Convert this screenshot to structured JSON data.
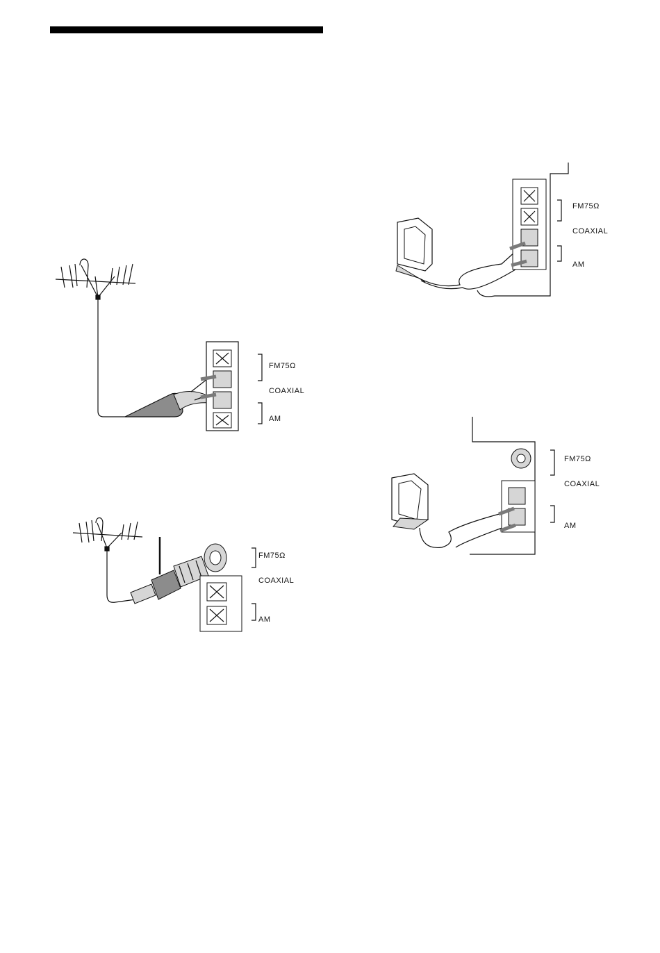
{
  "terminals": {
    "fm_label": "FM75Ω",
    "coaxial_label": "COAXIAL",
    "am_label": "AM"
  },
  "diagrams": [
    {
      "name": "fm-antenna-twin-lead"
    },
    {
      "name": "fm-antenna-coaxial-plug"
    },
    {
      "name": "am-loop-and-fm-wire"
    },
    {
      "name": "am-loop-and-coaxial-jack"
    }
  ],
  "colors": {
    "ink": "#111111",
    "fill_gray": "#8c8c8c",
    "fill_light": "#d6d6d6",
    "arrow": "#7a7a7a"
  }
}
